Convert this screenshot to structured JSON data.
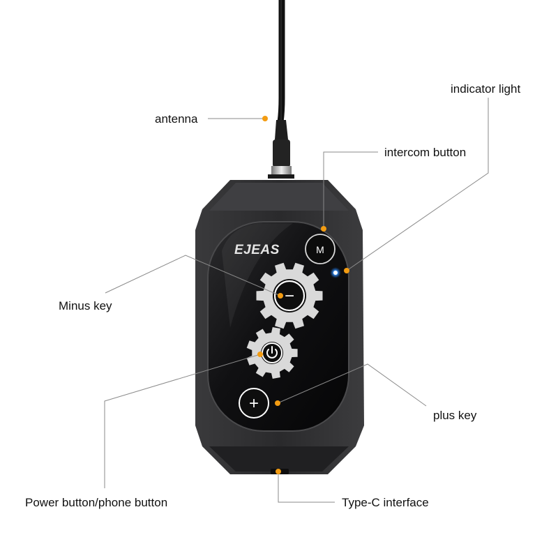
{
  "brand": {
    "logo_text": "EJEAS"
  },
  "buttons": {
    "intercom_glyph": "M",
    "minus_glyph": "−",
    "plus_glyph": "+"
  },
  "callouts": [
    {
      "id": "antenna",
      "label": "antenna"
    },
    {
      "id": "indicator",
      "label": "indicator light"
    },
    {
      "id": "intercom",
      "label": "intercom button"
    },
    {
      "id": "minus",
      "label": "Minus key"
    },
    {
      "id": "plus",
      "label": "plus key"
    },
    {
      "id": "power",
      "label": "Power button/phone button"
    },
    {
      "id": "typec",
      "label": "Type-C interface"
    }
  ],
  "colors": {
    "callout_dot": "#f39c12",
    "leader_line": "#8a8a8a",
    "indicator_led": "#2a8cff",
    "device_body": "#2b2b2d",
    "gear": "#d9d9d9"
  }
}
